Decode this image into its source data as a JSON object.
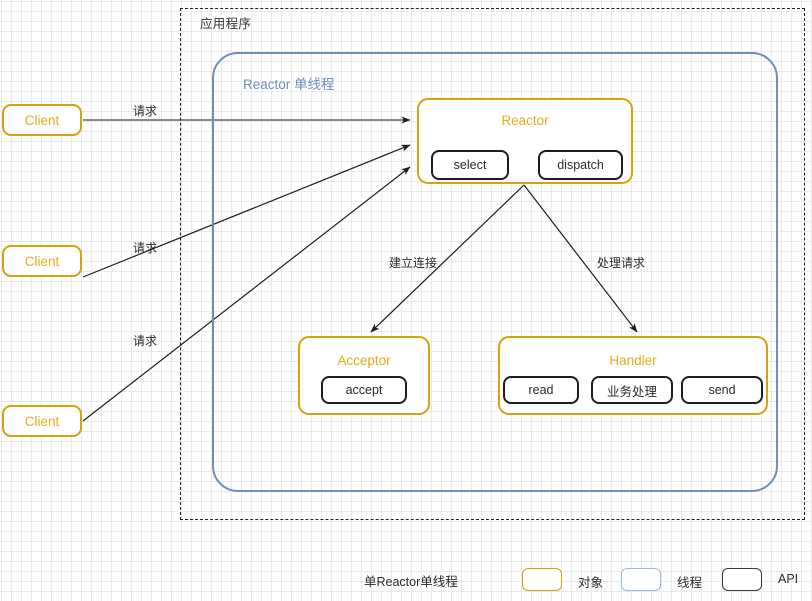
{
  "diagram": {
    "title": "单Reactor单线程",
    "boundary_label": "应用程序",
    "thread_label": "Reactor 单线程",
    "colors": {
      "object": "#D6A20F",
      "object_text": "#E8AB18",
      "thread": "#6C8EBF",
      "api": "#1d1d1d",
      "edge": "#2b2b2b",
      "grid_minor": "#e9e9e9",
      "grid_major": "#c9c9c9",
      "background": "#ffffff"
    }
  },
  "clients": [
    {
      "label": "Client"
    },
    {
      "label": "Client"
    },
    {
      "label": "Client"
    }
  ],
  "objects": {
    "reactor": {
      "title": "Reactor",
      "apis": [
        {
          "label": "select"
        },
        {
          "label": "dispatch"
        }
      ]
    },
    "acceptor": {
      "title": "Acceptor",
      "apis": [
        {
          "label": "accept"
        }
      ]
    },
    "handler": {
      "title": "Handler",
      "apis": [
        {
          "label": "read"
        },
        {
          "label": "业务处理"
        },
        {
          "label": "send"
        }
      ]
    }
  },
  "edges": [
    {
      "label": "请求"
    },
    {
      "label": "请求"
    },
    {
      "label": "请求"
    },
    {
      "label": "建立连接"
    },
    {
      "label": "处理请求"
    }
  ],
  "legend": {
    "title": "单Reactor单线程",
    "items": [
      {
        "swatch": "object-swatch",
        "label": "对象"
      },
      {
        "swatch": "thread-swatch",
        "label": "线程"
      },
      {
        "swatch": "api-swatch",
        "label": "API"
      }
    ]
  }
}
